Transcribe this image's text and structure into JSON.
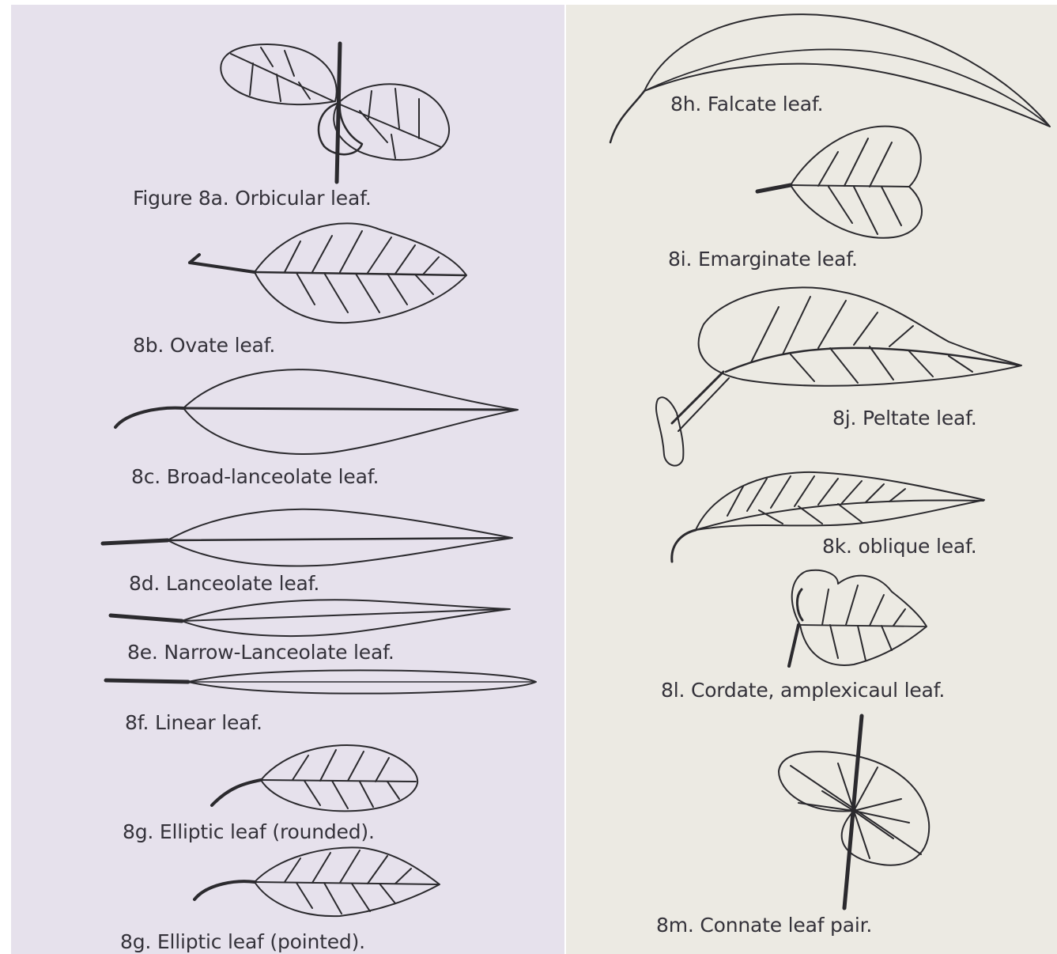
{
  "figure_panels": {
    "left": {
      "captions": [
        {
          "id": "8a",
          "text": "Figure 8a.  Orbicular leaf."
        },
        {
          "id": "8b",
          "text": "8b.  Ovate leaf."
        },
        {
          "id": "8c",
          "text": "8c.  Broad-lanceolate leaf."
        },
        {
          "id": "8d",
          "text": "8d.  Lanceolate leaf."
        },
        {
          "id": "8e",
          "text": "8e.  Narrow-Lanceolate leaf."
        },
        {
          "id": "8f",
          "text": "8f.  Linear leaf."
        },
        {
          "id": "8g1",
          "text": "8g.  Elliptic leaf (rounded)."
        },
        {
          "id": "8g2",
          "text": "8g.  Elliptic leaf (pointed)."
        }
      ]
    },
    "right": {
      "captions": [
        {
          "id": "8h",
          "text": "8h.  Falcate leaf."
        },
        {
          "id": "8i",
          "text": "8i.  Emarginate leaf."
        },
        {
          "id": "8j",
          "text": "8j.  Peltate leaf."
        },
        {
          "id": "8k",
          "text": "8k.  oblique leaf."
        },
        {
          "id": "8l",
          "text": "8l.  Cordate, amplexicaul leaf."
        },
        {
          "id": "8m",
          "text": "8m.  Connate leaf pair."
        }
      ]
    }
  },
  "colors": {
    "left_paper": "#e6e1ec",
    "right_paper": "#eceae3",
    "ink": "#2b2a2e",
    "caption_text": "#34323a"
  },
  "illustrations": [
    "orbicular-leaf-illustration",
    "ovate-leaf-illustration",
    "broad-lanceolate-leaf-illustration",
    "lanceolate-leaf-illustration",
    "narrow-lanceolate-leaf-illustration",
    "linear-leaf-illustration",
    "elliptic-rounded-leaf-illustration",
    "elliptic-pointed-leaf-illustration",
    "falcate-leaf-illustration",
    "emarginate-leaf-illustration",
    "peltate-leaf-illustration",
    "oblique-leaf-illustration",
    "cordate-amplexicaul-leaf-illustration",
    "connate-leaf-pair-illustration"
  ]
}
